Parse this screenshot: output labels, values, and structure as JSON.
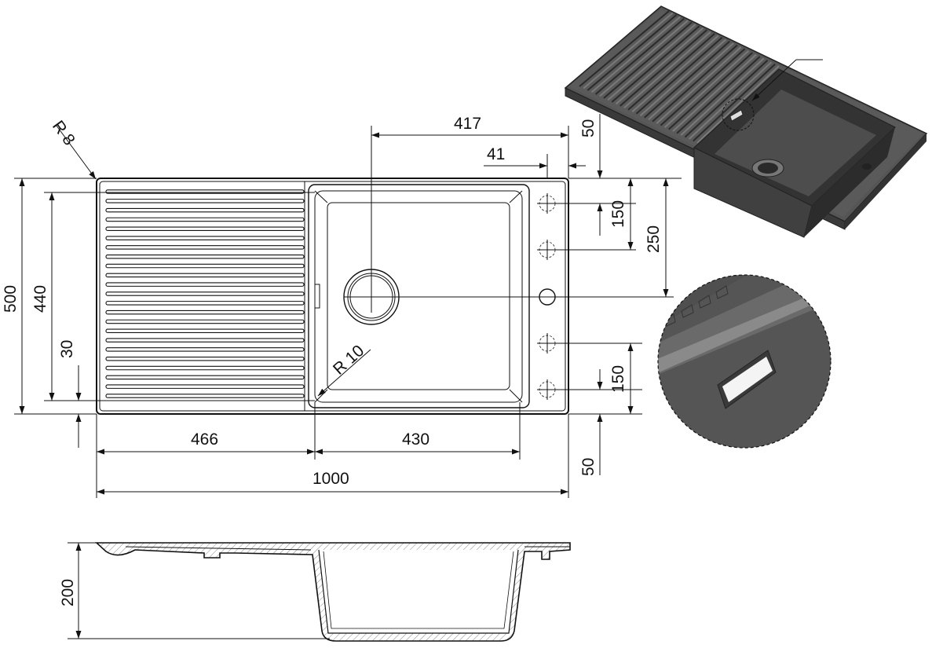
{
  "drawing": {
    "dimensions": {
      "r8": "R 8",
      "d417": "417",
      "d50_top": "50",
      "d41": "41",
      "d500": "500",
      "d440": "440",
      "d30": "30",
      "d150_top": "150",
      "d250": "250",
      "r10": "R 10",
      "d150_bottom": "150",
      "d466": "466",
      "d430": "430",
      "d1000": "1000",
      "d50_bottom": "50",
      "d200": "200"
    },
    "colors": {
      "line": "#111111",
      "render_body": "#4a4a4a",
      "render_light": "#6e6e6e",
      "render_dark": "#2e2e2e"
    }
  }
}
